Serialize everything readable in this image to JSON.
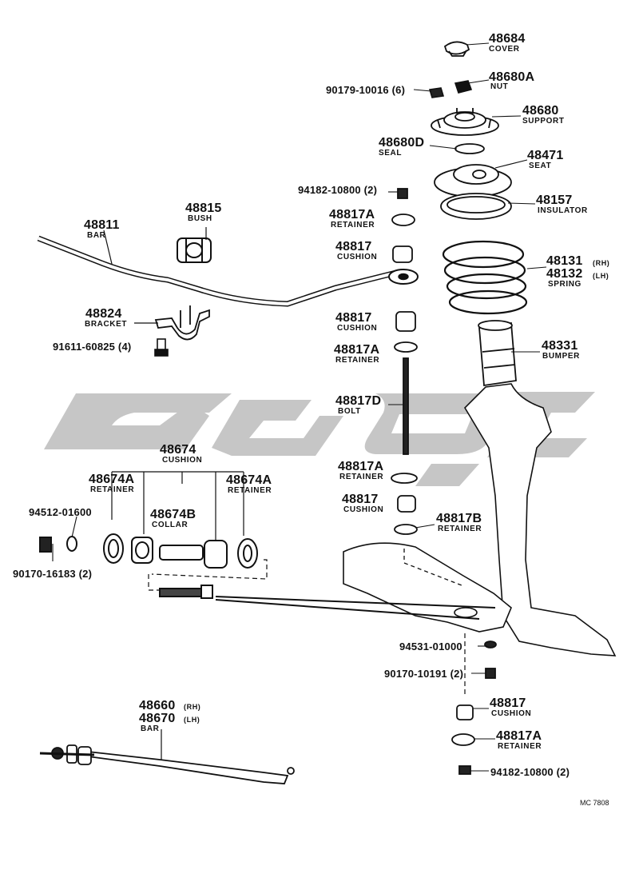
{
  "watermark": {
    "text": "ﺭﻮﻳﺖ",
    "color": "#c4c4c4"
  },
  "drawing_code": "MC 7808",
  "parts": {
    "cover": {
      "number": "48684",
      "name": "COVER"
    },
    "nut": {
      "number": "48680A",
      "name": "NUT"
    },
    "nut_small": {
      "number": "90179-10016 (6)"
    },
    "support": {
      "number": "48680",
      "name": "SUPPORT"
    },
    "seal": {
      "number": "48680D",
      "name": "SEAL"
    },
    "seat": {
      "number": "48471",
      "name": "SEAT"
    },
    "nut_top": {
      "number": "94182-10800 (2)"
    },
    "insulator": {
      "number": "48157",
      "name": "INSULATOR"
    },
    "spring": {
      "number_rh": "48131",
      "rh": "(RH)",
      "number_lh": "48132",
      "lh": "(LH)",
      "name": "SPRING"
    },
    "bumper": {
      "number": "48331",
      "name": "BUMPER"
    },
    "retainer_1": {
      "number": "48817A",
      "name": "RETAINER"
    },
    "cushion_1": {
      "number": "48817",
      "name": "CUSHION"
    },
    "cushion_2": {
      "number": "48817",
      "name": "CUSHION"
    },
    "retainer_2": {
      "number": "48817A",
      "name": "RETAINER"
    },
    "bolt": {
      "number": "48817D",
      "name": "BOLT"
    },
    "retainer_3": {
      "number": "48817A",
      "name": "RETAINER"
    },
    "cushion_3": {
      "number": "48817",
      "name": "CUSHION"
    },
    "retainer_b": {
      "number": "48817B",
      "name": "RETAINER"
    },
    "bar": {
      "number": "48811",
      "name": "BAR"
    },
    "bush": {
      "number": "48815",
      "name": "BUSH"
    },
    "bracket": {
      "number": "48824",
      "name": "BRACKET"
    },
    "bolt_bracket": {
      "number": "91611-60825 (4)"
    },
    "cushion_group": {
      "number": "48674",
      "name": "CUSHION"
    },
    "retainer_l": {
      "number": "48674A",
      "name": "RETAINER"
    },
    "retainer_r": {
      "number": "48674A",
      "name": "RETAINER"
    },
    "collar": {
      "number": "48674B",
      "name": "COLLAR"
    },
    "washer": {
      "number": "94512-01600"
    },
    "nut_rod": {
      "number": "90170-16183 (2)"
    },
    "pin": {
      "number": "94531-01000"
    },
    "nut_arm": {
      "number": "90170-10191 (2)"
    },
    "cushion_4": {
      "number": "48817",
      "name": "CUSHION"
    },
    "retainer_4": {
      "number": "48817A",
      "name": "RETAINER"
    },
    "nut_bottom": {
      "number": "94182-10800 (2)"
    },
    "strut_bar": {
      "number_rh": "48660",
      "rh": "(RH)",
      "number_lh": "48670",
      "lh": "(LH)",
      "name": "BAR"
    }
  }
}
